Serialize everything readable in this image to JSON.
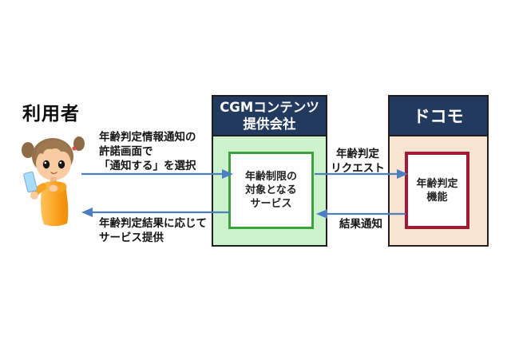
{
  "actor": {
    "label": "利用者",
    "icon": "user-girl-icon"
  },
  "boxes": {
    "cgm": {
      "header": "CGMコンテンツ\n提供会社",
      "inner": "年齢制限の\n対象となる\nサービス",
      "header_bg": "#223A5E",
      "body_bg": "#CDF3CD",
      "inner_border": "#3AA43C"
    },
    "docomo": {
      "header": "ドコモ",
      "inner": "年齢判定\n機能",
      "header_bg": "#223A5E",
      "body_bg": "#F9E4D1",
      "inner_border": "#A01A35"
    }
  },
  "arrows": {
    "color": "#4E7FC0",
    "user_to_cgm": "年齢判定情報通知の\n許諾画面で\n「通知する」を選択",
    "cgm_to_user": "年齢判定結果に応じて\nサービス提供",
    "cgm_to_docomo": "年齢判定\nリクエスト",
    "docomo_to_cgm": "結果通知"
  }
}
